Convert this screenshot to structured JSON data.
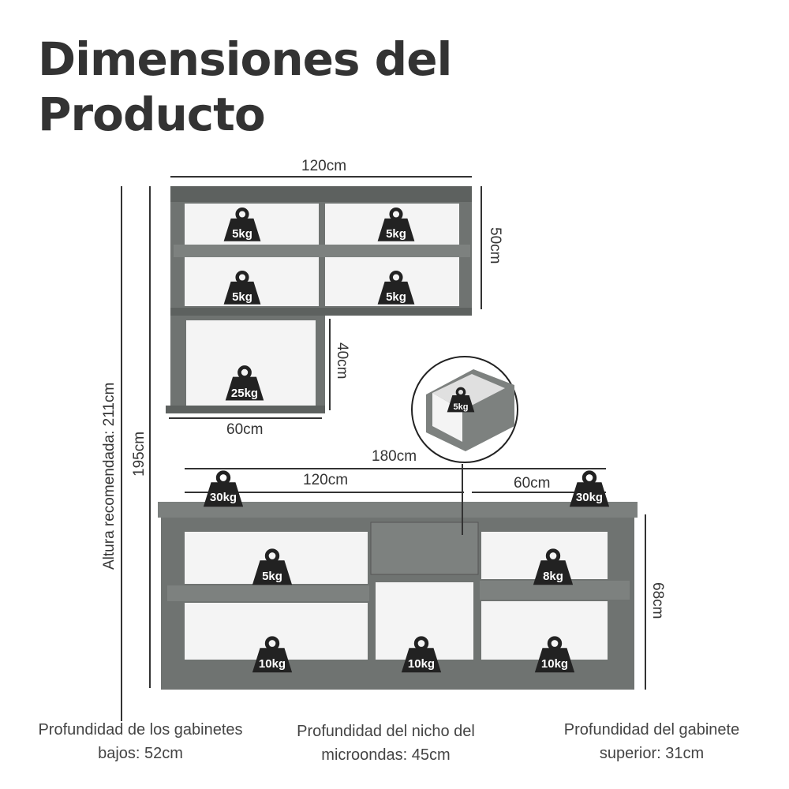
{
  "title": {
    "line1": "Dimensiones del",
    "line2": "Producto"
  },
  "upper_cabinet": {
    "width_label": "120cm",
    "height_label": "50cm",
    "tall_section_height_label": "40cm",
    "tall_section_width_label": "60cm",
    "shelf_loads": [
      "5kg",
      "5kg",
      "5kg",
      "5kg",
      "25kg"
    ]
  },
  "overall": {
    "total_height_label": "195cm",
    "recommended_height_label": "Altura recomendada: 211cm"
  },
  "lower_cabinet": {
    "total_width_label": "180cm",
    "left_width_label": "120cm",
    "right_width_label": "60cm",
    "height_label": "68cm",
    "top_loads": [
      "30kg",
      "30kg"
    ],
    "shelf_loads": [
      "5kg",
      "8kg",
      "10kg",
      "10kg",
      "10kg"
    ]
  },
  "drawer_detail": {
    "load": "5kg"
  },
  "captions": {
    "lower_depth": "Profundidad de los gabinetes bajos: 52cm",
    "microwave_depth": "Profundidad del nicho del microondas: 45cm",
    "upper_depth": "Profundidad del gabinete superior: 31cm"
  },
  "colors": {
    "cabinet": "#6f7371",
    "cabinet_dark": "#555957",
    "interior": "#f4f4f4",
    "weight_icon": "#222222",
    "text": "#333333"
  }
}
